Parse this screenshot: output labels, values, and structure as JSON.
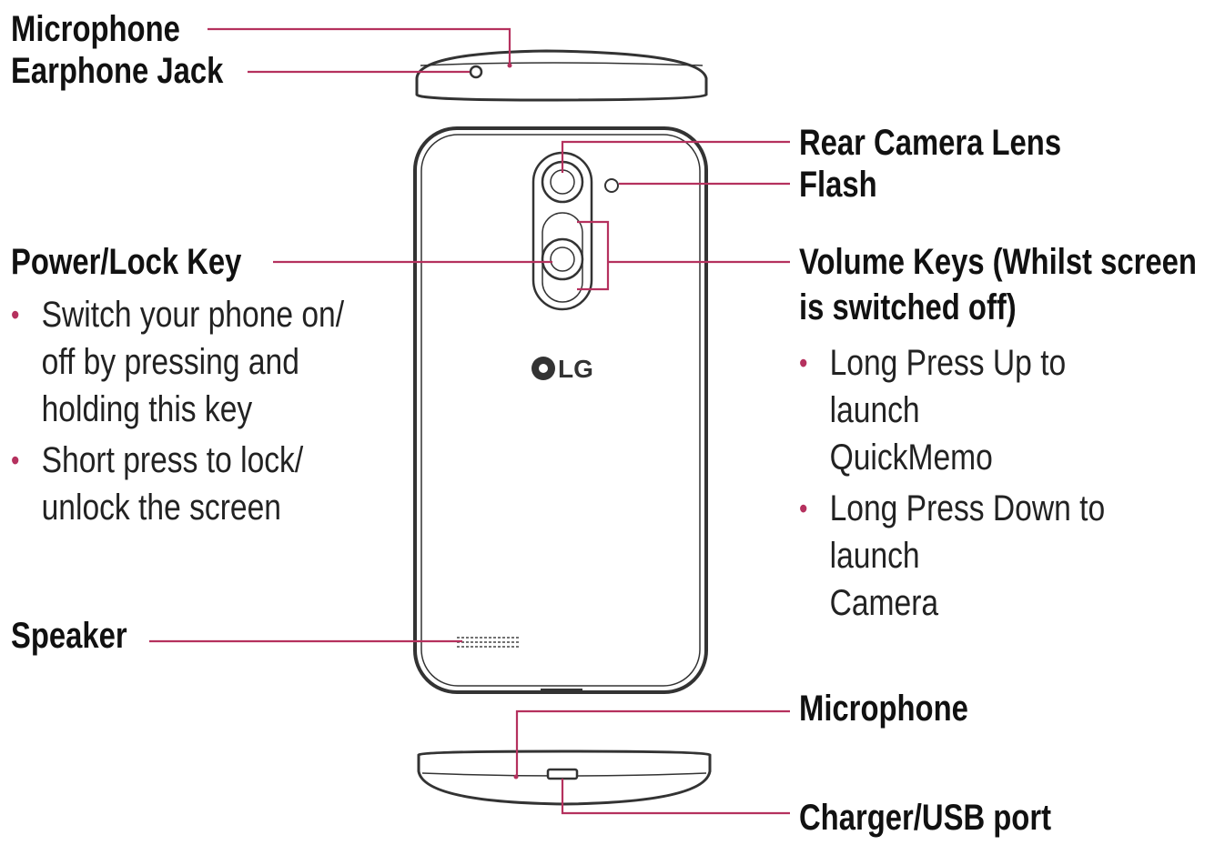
{
  "labels": {
    "microphone_top": "Microphone",
    "earphone_jack": "Earphone Jack",
    "rear_camera_lens": "Rear Camera Lens",
    "flash": "Flash",
    "power_lock_key": "Power/Lock Key",
    "volume_keys_line1": "Volume Keys (Whilst screen",
    "volume_keys_line2": "is switched off)",
    "speaker": "Speaker",
    "microphone_bottom": "Microphone",
    "charger_usb_port": "Charger/USB port",
    "logo": "LG"
  },
  "power_bullets": [
    "Switch your phone on/\noff by pressing and\nholding this key",
    "Short press to lock/\nunlock the screen"
  ],
  "volume_bullets": [
    "Long Press Up to launch\nQuickMemo",
    "Long Press Down to launch\nCamera"
  ],
  "colors": {
    "leader_line": "#b5315e",
    "outline": "#333333",
    "bullet": "#b5315e"
  }
}
